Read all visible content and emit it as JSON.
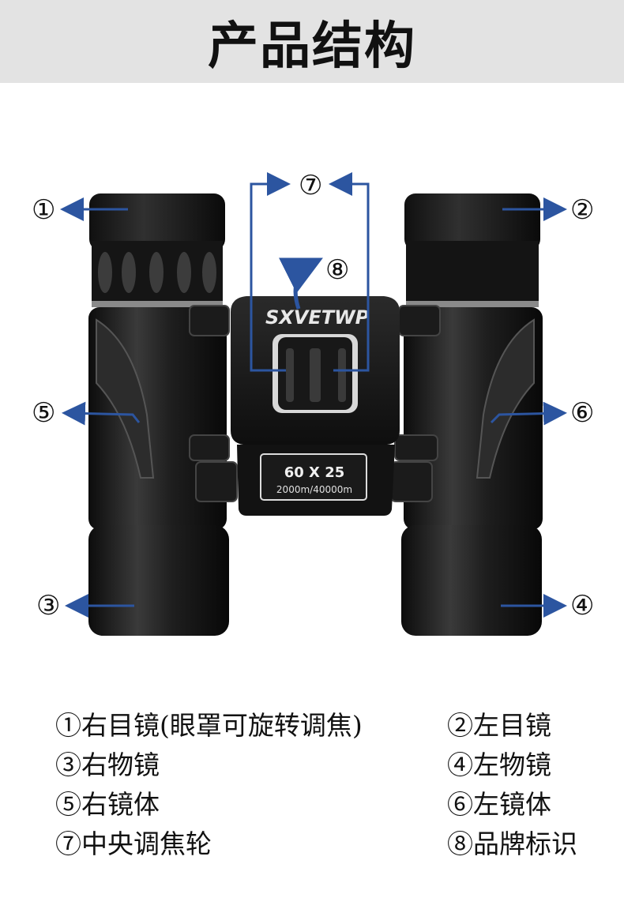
{
  "header": {
    "title": "产品结构"
  },
  "product": {
    "brand": "SXVETWP",
    "model": "60 X 25",
    "range": "2000m/40000m"
  },
  "colors": {
    "arrow": "#2c55a0",
    "body": "#1a1a1a",
    "header_bg": "#e3e3e3"
  },
  "callouts": [
    "①",
    "②",
    "③",
    "④",
    "⑤",
    "⑥",
    "⑦",
    "⑧"
  ],
  "legend": [
    "①右目镜(眼罩可旋转调焦)",
    "②左目镜",
    "③右物镜",
    "④左物镜",
    "⑤右镜体",
    "⑥左镜体",
    "⑦中央调焦轮",
    "⑧品牌标识"
  ]
}
